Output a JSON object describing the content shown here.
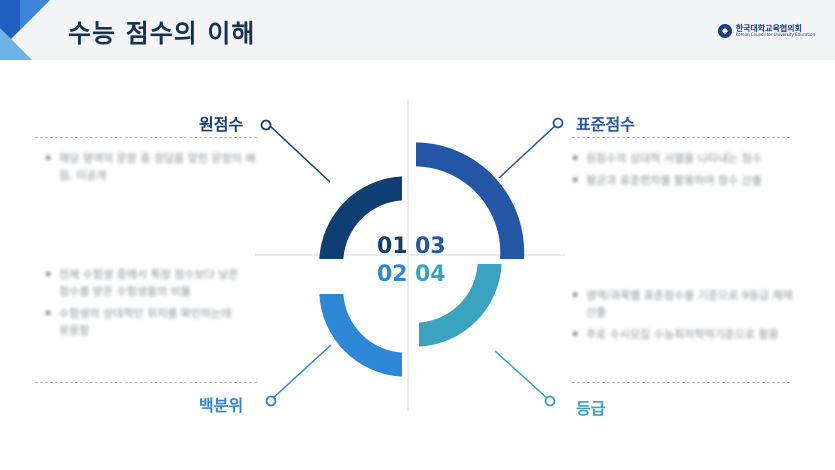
{
  "slide": {
    "title": "수능 점수의 이해",
    "logo_text": "한국대학교육협의회",
    "logo_subtext": "Korean Council for University Education"
  },
  "quadrants": [
    {
      "number": "01",
      "label": "원점수",
      "color": "#0f3f72",
      "bullets": [
        "해당 영역의 문항 중 정답을 맞힌 문항의 배점, 미공개"
      ]
    },
    {
      "number": "02",
      "label": "백분위",
      "color": "#2e86d6",
      "bullets": [
        "전체 수험생 중에서 특정 점수보다 낮은 점수를 받은 수험생들의 비율",
        "수험생의 상대적인 위치를 확인하는데 유용함"
      ]
    },
    {
      "number": "03",
      "label": "표준점수",
      "color": "#2456a6",
      "bullets": [
        "원점수의 상대적 서열을 나타내는 점수",
        "평균과 표준편차를 활용하여 점수 산출"
      ]
    },
    {
      "number": "04",
      "label": "등급",
      "color": "#3aa3bf",
      "bullets": [
        "영역/과목별 표준점수를 기준으로 9등급 체제 산출",
        "주로 수시모집 수능최저학력기준으로 활용"
      ]
    }
  ]
}
